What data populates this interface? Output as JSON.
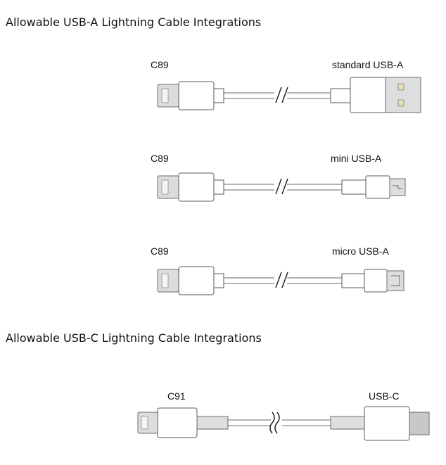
{
  "sections": [
    {
      "title": "Allowable USB-A Lightning Cable Integrations",
      "cables": [
        {
          "left_label": "C89",
          "right_label": "standard USB-A",
          "right_connector": "standard-usb-a"
        },
        {
          "left_label": "C89",
          "right_label": "mini USB-A",
          "right_connector": "mini-usb-a"
        },
        {
          "left_label": "C89",
          "right_label": "micro USB-A",
          "right_connector": "micro-usb-a"
        }
      ]
    },
    {
      "title": "Allowable USB-C Lightning Cable Integrations",
      "cables": [
        {
          "left_label": "C91",
          "right_label": "USB-C",
          "right_connector": "usb-c"
        }
      ]
    }
  ]
}
